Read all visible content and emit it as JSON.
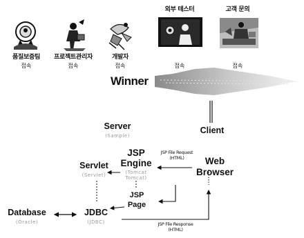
{
  "roles": [
    {
      "id": "qa",
      "label": "품질보증팀",
      "connect": "접속"
    },
    {
      "id": "pm",
      "label": "프로젝트관리자",
      "connect": "접속"
    },
    {
      "id": "dev",
      "label": "개발자",
      "connect": "접속"
    },
    {
      "id": "tester",
      "label": "외부 테스터",
      "connect": "접속"
    },
    {
      "id": "customer",
      "label": "고객 문의",
      "connect": "접속"
    }
  ],
  "winner": "Winner",
  "client": "Client",
  "server": {
    "title": "Server",
    "sub": "(Sample)"
  },
  "jsp_engine": {
    "title_line1": "JSP",
    "title_line2": "Engine",
    "sub_line1": "(Tomcat",
    "sub_line2": "Tomcat)"
  },
  "servlet": {
    "title": "Servlet",
    "sub": "(Servlet)"
  },
  "jsp_page": {
    "title_line1": "JSP",
    "title_line2": "Page"
  },
  "web_browser": {
    "title_line1": "Web",
    "title_line2": "Browser"
  },
  "database": {
    "title": "Database",
    "sub": "(Oracle)"
  },
  "jdbc": {
    "title": "JDBC",
    "sub": "(JDBC)"
  },
  "request_label": {
    "line1": "JSP File Request",
    "line2": "(HTML)"
  },
  "response_label": {
    "line1": "JSP File Response",
    "line2": "(HTML)"
  }
}
